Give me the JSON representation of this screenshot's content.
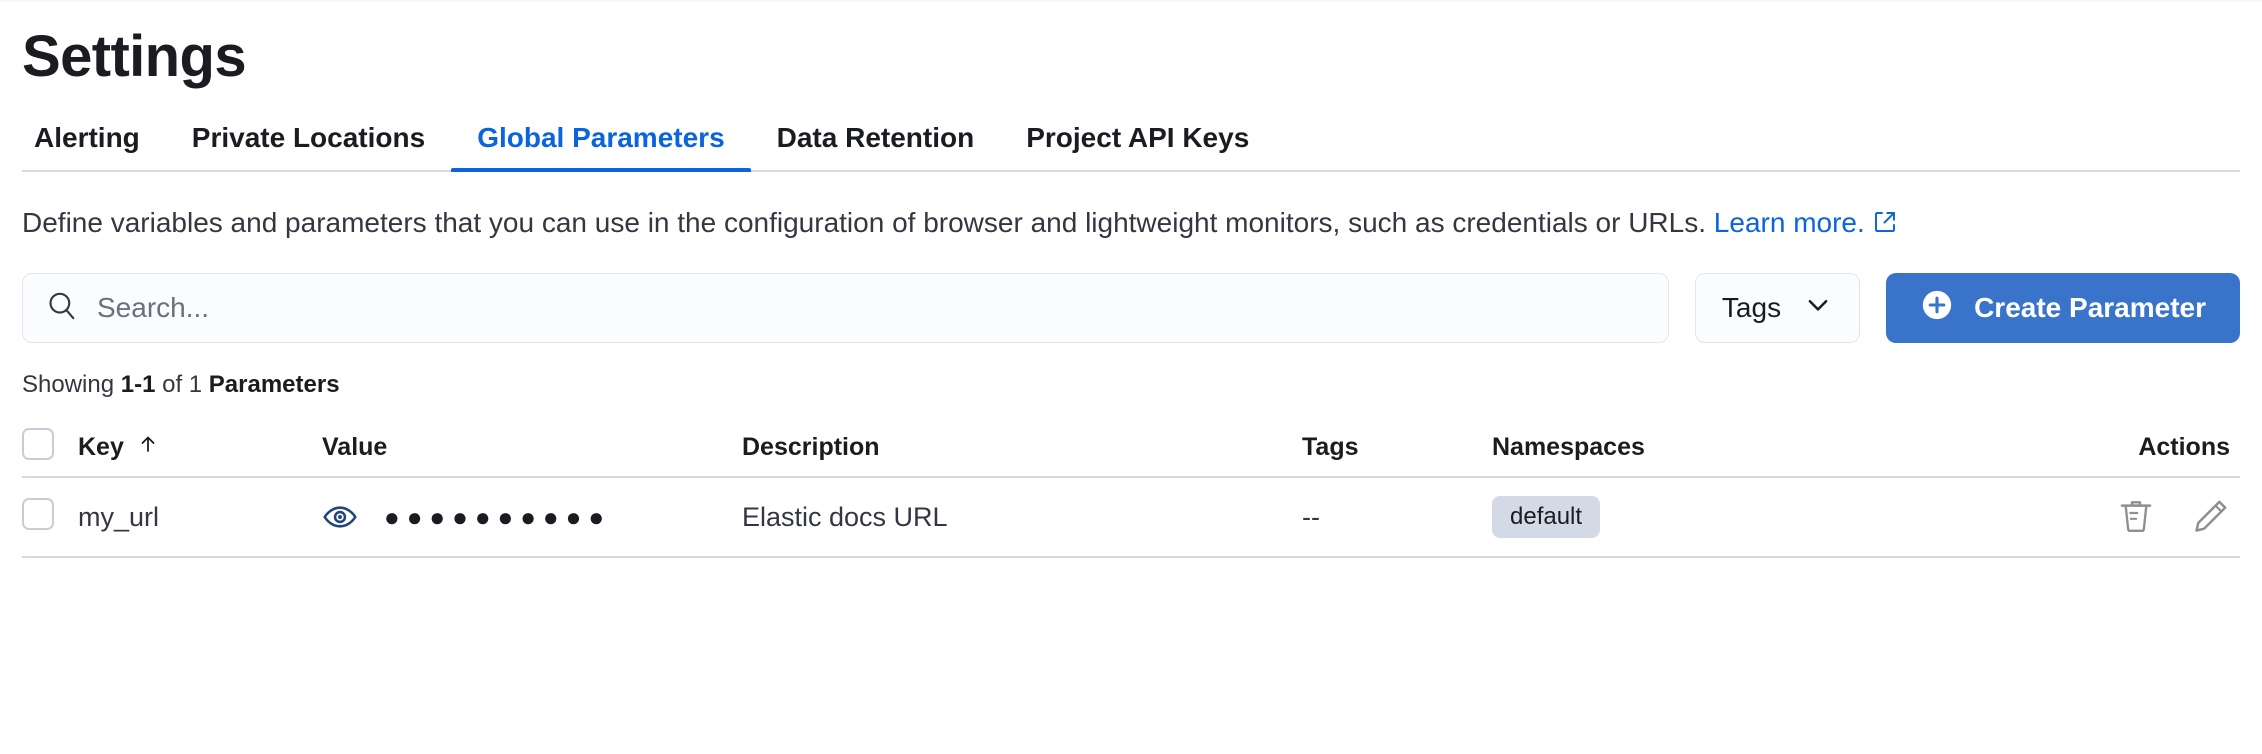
{
  "header": {
    "title": "Settings"
  },
  "tabs": [
    {
      "label": "Alerting",
      "active": false
    },
    {
      "label": "Private Locations",
      "active": false
    },
    {
      "label": "Global Parameters",
      "active": true
    },
    {
      "label": "Data Retention",
      "active": false
    },
    {
      "label": "Project API Keys",
      "active": false
    }
  ],
  "description": {
    "text": "Define variables and parameters that you can use in the configuration of browser and lightweight monitors, such as credentials or URLs.",
    "link_label": "Learn more.",
    "link_icon": "external-link-icon"
  },
  "controls": {
    "search": {
      "icon": "search-icon",
      "value": "",
      "placeholder": "Search..."
    },
    "tags_filter": {
      "label": "Tags",
      "icon": "chevron-down-icon"
    },
    "create_button": {
      "label": "Create Parameter",
      "icon": "plus-circle-icon"
    }
  },
  "showing": {
    "prefix": "Showing ",
    "range": "1-1",
    "middle": " of 1 ",
    "entity": "Parameters"
  },
  "table": {
    "columns": [
      {
        "key": "select",
        "label": ""
      },
      {
        "key": "key",
        "label": "Key",
        "sort_icon": "arrow-up-icon"
      },
      {
        "key": "value",
        "label": "Value"
      },
      {
        "key": "description",
        "label": "Description"
      },
      {
        "key": "tags",
        "label": "Tags"
      },
      {
        "key": "namespaces",
        "label": "Namespaces"
      },
      {
        "key": "actions",
        "label": "Actions"
      }
    ],
    "rows": [
      {
        "key": "my_url",
        "value_masked": "●●●●●●●●●●",
        "value_toggle_icon": "eye-icon",
        "description": "Elastic docs URL",
        "tags": "--",
        "namespaces": "default",
        "actions": [
          "trash-icon",
          "pencil-icon"
        ]
      }
    ]
  },
  "colors": {
    "accent_blue": "#0b64dd",
    "button_blue": "#3973ca",
    "text_dark": "#1a1c21",
    "text_muted": "#343741",
    "border": "#d3dae6",
    "badge_bg": "#d3dae6",
    "eye_icon": "#23457e",
    "action_icon": "#8c8f95"
  }
}
